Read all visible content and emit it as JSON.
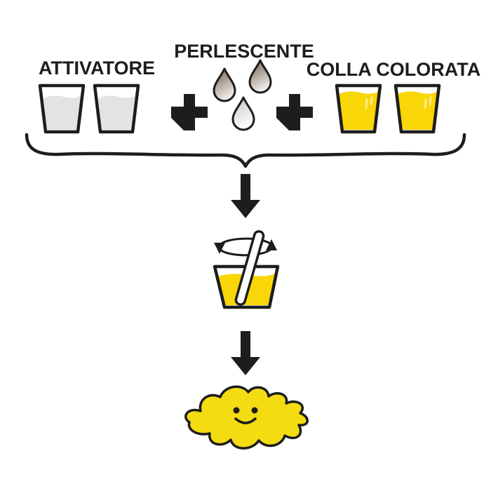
{
  "diagram": {
    "ingredients": [
      {
        "id": "attivatore",
        "label": "ATTIVATORE",
        "icon": "two-cups-gray-liquid-icon"
      },
      {
        "id": "perlescente",
        "label": "PERLESCENTE",
        "icon": "three-pearlescent-drops-icon"
      },
      {
        "id": "colla-colorata",
        "label": "COLLA COLORATA",
        "icon": "two-cups-yellow-liquid-icon"
      }
    ],
    "operator": "+",
    "icons": [
      "brace-icon",
      "down-arrow-icon",
      "mixing-cup-with-stirrer-icon",
      "rotation-arrows-icon",
      "down-arrow-icon",
      "smiling-slime-blob-icon"
    ]
  },
  "colors": {
    "background": "#ffffff",
    "outline": "#1d1d1b",
    "activator_liquid": "#e3e3e3",
    "glue_liquid": "#f9d607",
    "slime": "#f3dc11",
    "drop_dark_top": "#7b6f64",
    "drop_dark_mid": "#a79c90",
    "drop_fade": "#efece8",
    "drop_light_top": "#c2c2c2",
    "drop_light_bottom": "#ffffff",
    "highlight": "#ffffff"
  }
}
